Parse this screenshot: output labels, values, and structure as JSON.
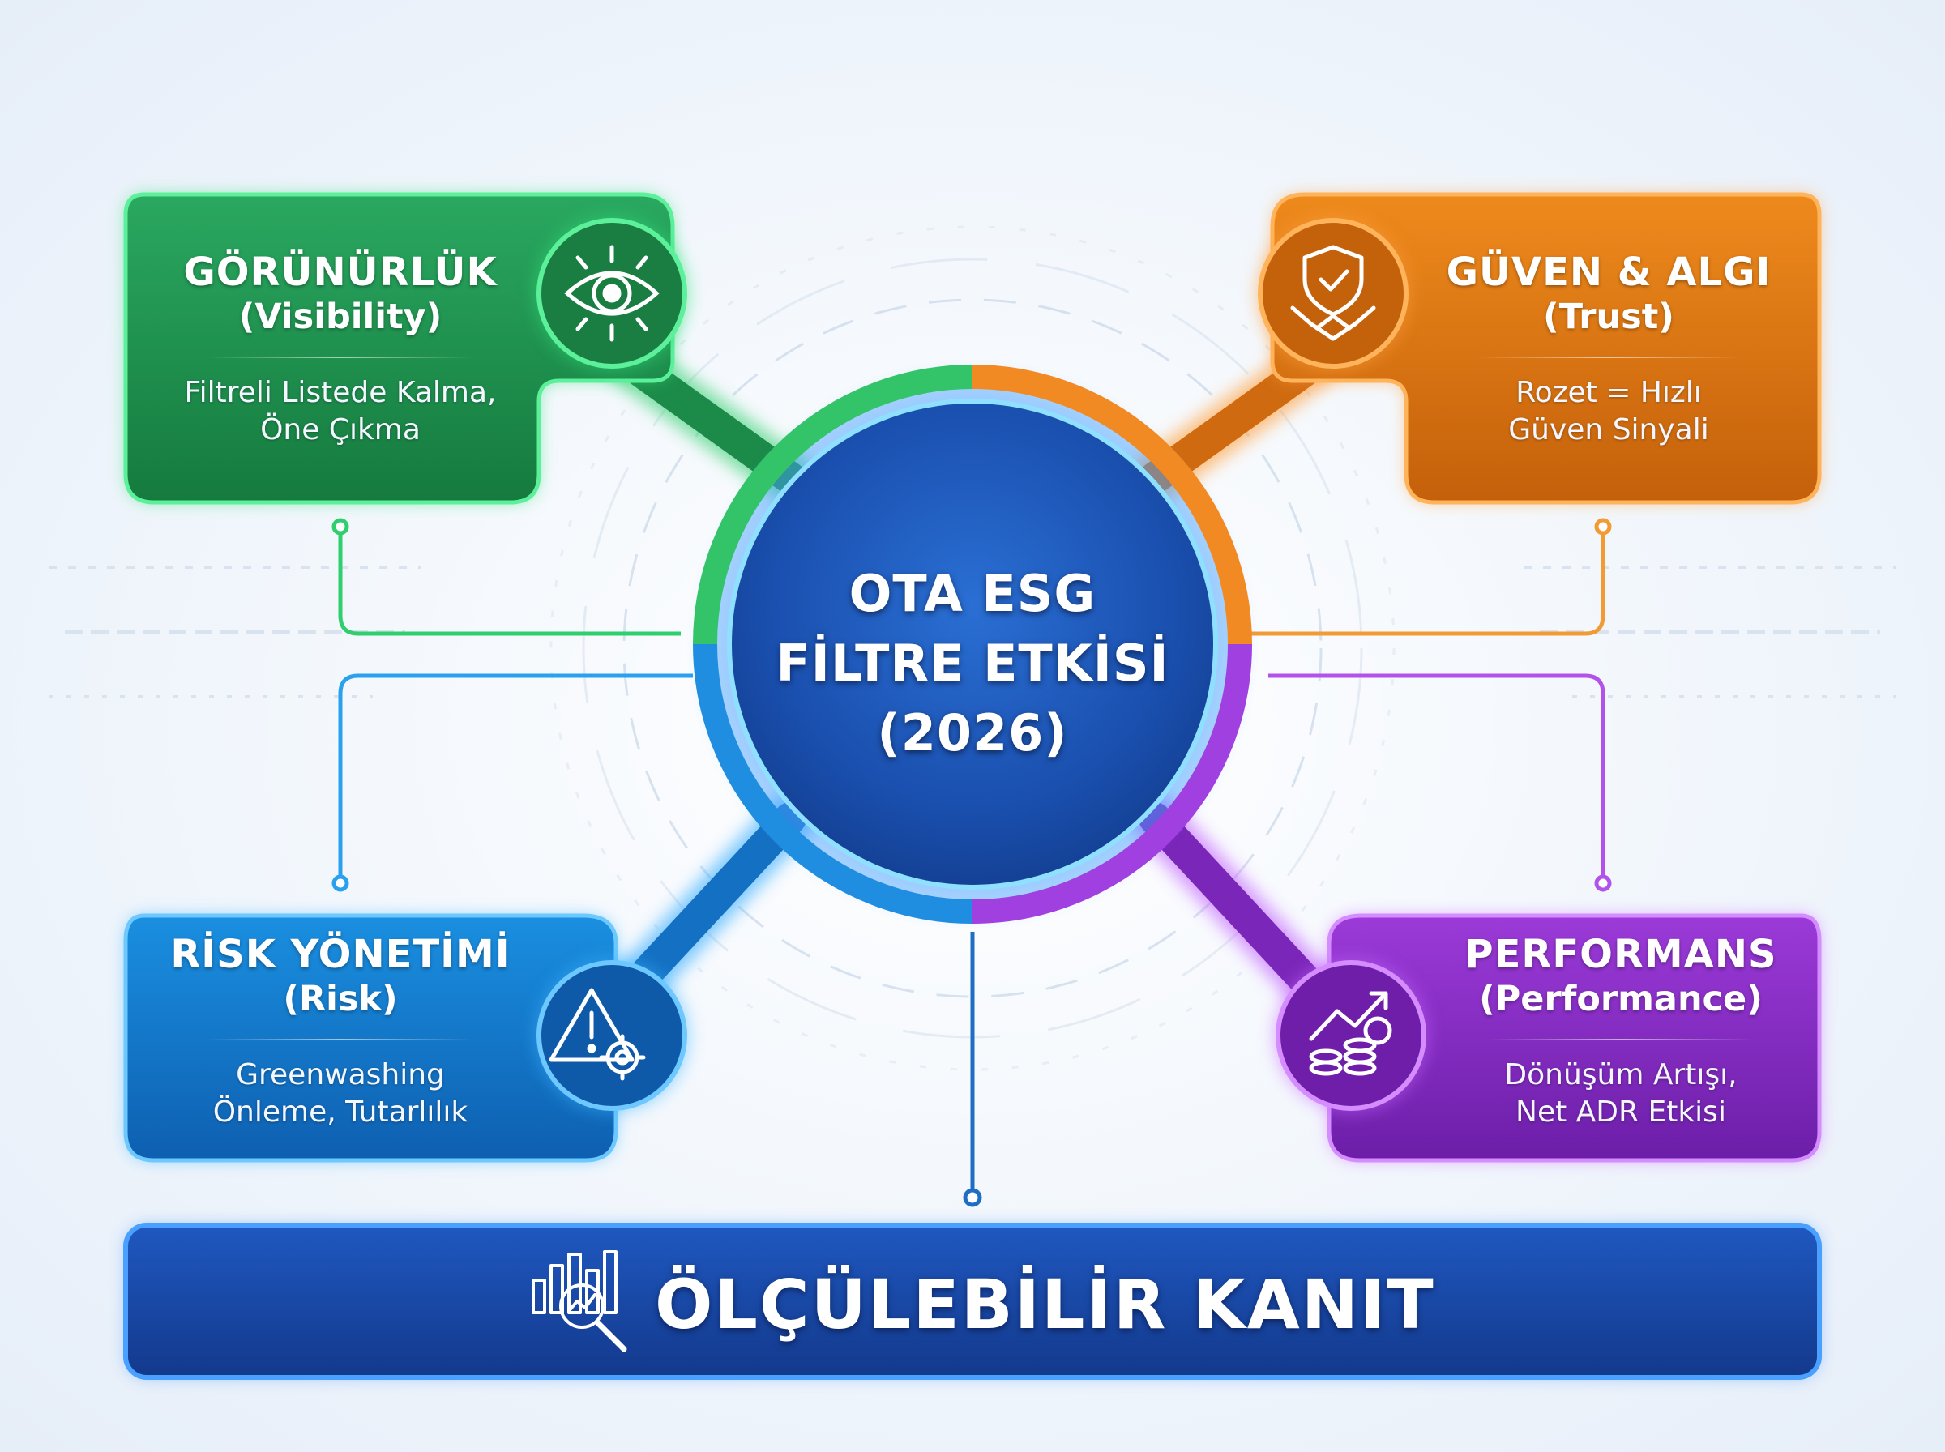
{
  "center": {
    "line1": "OTA ESG",
    "line2": "FİLTRE ETKİSİ",
    "line3": "(2026)"
  },
  "nodes": {
    "visibility": {
      "title": "GÖRÜNÜRLÜK",
      "subtitle": "(Visibility)",
      "desc1": "Filtreli Listede Kalma,",
      "desc2": "Öne Çıkma",
      "color": "#1f9a4e",
      "icon": "eye-icon"
    },
    "trust": {
      "title": "GÜVEN & ALGI",
      "subtitle": "(Trust)",
      "desc1": "Rozet = Hızlı",
      "desc2": "Güven Sinyali",
      "color": "#e07a12",
      "icon": "shield-handshake-icon"
    },
    "risk": {
      "title": "RİSK YÖNETİMİ",
      "subtitle": "(Risk)",
      "desc1": "Greenwashing",
      "desc2": "Önleme, Tutarlılık",
      "color": "#1682d4",
      "icon": "warning-gear-icon"
    },
    "performance": {
      "title": "PERFORMANS",
      "subtitle": "(Performance)",
      "desc1": "Dönüşüm Artışı,",
      "desc2": "Net ADR Etkisi",
      "color": "#8a2fc4",
      "icon": "chart-coins-icon"
    }
  },
  "banner": {
    "label": "ÖLÇÜLEBİLİR KANIT",
    "color": "#1a4aa8",
    "icon": "bar-chart-magnifier-icon"
  }
}
